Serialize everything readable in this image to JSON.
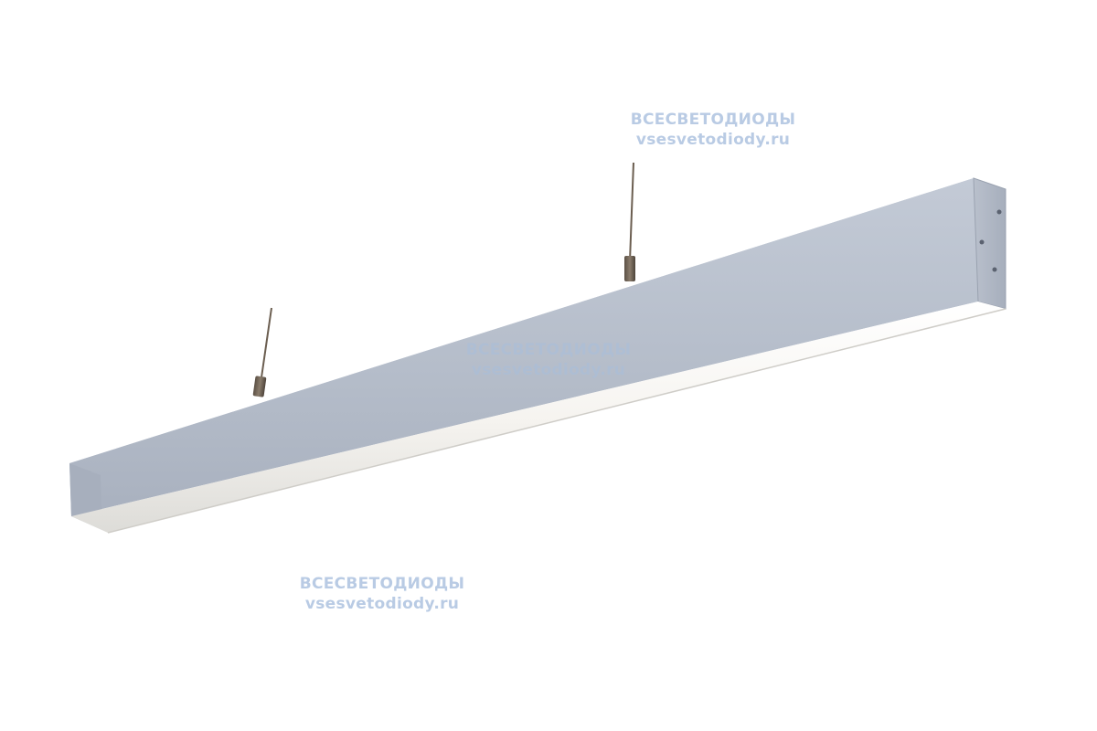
{
  "watermarks": [
    {
      "line1": "ВСЕСВЕТОДИОДЫ",
      "line2": "vsesvetodiody.ru"
    },
    {
      "line1": "ВСЕСВЕТОДИОДЫ",
      "line2": "vsesvetodiody.ru"
    },
    {
      "line1": "ВСЕСВЕТОДИОДЫ",
      "line2": "vsesvetodiody.ru"
    }
  ],
  "colors": {
    "background": "#ffffff",
    "housing_front": "#b8bfcc",
    "housing_top": "#c9d0dc",
    "diffuser": "#f4f2ee",
    "suspension_cable": "#6b5e50",
    "watermark": "#b9cbe4"
  }
}
